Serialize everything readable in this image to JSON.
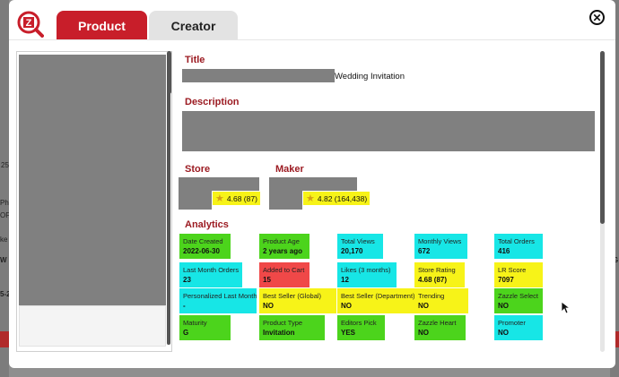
{
  "background": {
    "left_texts": [
      "25",
      "Ph",
      "OF",
      "ke",
      "W",
      "5-2"
    ],
    "right_texts": [
      "G"
    ]
  },
  "tabs": {
    "product": "Product",
    "creator": "Creator"
  },
  "close_icon": "close-icon",
  "logo_letter": "Z",
  "sections": {
    "title": "Title",
    "description": "Description",
    "store": "Store",
    "maker": "Maker",
    "analytics": "Analytics"
  },
  "product": {
    "title_suffix": "Wedding Invitation",
    "store_rating": "4.68 (87)",
    "maker_rating": "4.82 (164,438)"
  },
  "analytics": [
    {
      "label": "Date Created",
      "value": "2022-06-30",
      "color": "#4cd41c"
    },
    {
      "label": "Product Age",
      "value": "2 years ago",
      "color": "#4cd41c"
    },
    {
      "label": "Total Views",
      "value": "20,170",
      "color": "#17e6e6"
    },
    {
      "label": "Monthly Views",
      "value": "672",
      "color": "#17e6e6"
    },
    {
      "label": "Total Orders",
      "value": "416",
      "color": "#17e6e6"
    },
    {
      "label": "Last Month Orders",
      "value": "23",
      "color": "#17e6e6"
    },
    {
      "label": "Added to Cart",
      "value": "15",
      "color": "#f04848"
    },
    {
      "label": "Likes (3 months)",
      "value": "12",
      "color": "#17e6e6"
    },
    {
      "label": "Store Rating",
      "value": "4.68 (87)",
      "color": "#f7f318"
    },
    {
      "label": "LR Score",
      "value": "7097",
      "color": "#f7f318"
    },
    {
      "label": "Personalized Last Month",
      "value": "-",
      "color": "#17e6e6"
    },
    {
      "label": "Best Seller (Global)",
      "value": "NO",
      "color": "#f7f318"
    },
    {
      "label": "Best Seller (Department)",
      "value": "NO",
      "color": "#f7f318"
    },
    {
      "label": "Trending",
      "value": "NO",
      "color": "#f7f318"
    },
    {
      "label": "Zazzle Select",
      "value": "NO",
      "color": "#4cd41c"
    },
    {
      "label": "Maturity",
      "value": "G",
      "color": "#4cd41c"
    },
    {
      "label": "Product Type",
      "value": "Invitation",
      "color": "#4cd41c"
    },
    {
      "label": "Editors Pick",
      "value": "YES",
      "color": "#4cd41c"
    },
    {
      "label": "Zazzle Heart",
      "value": "NO",
      "color": "#4cd41c"
    },
    {
      "label": "Promoter",
      "value": "NO",
      "color": "#17e6e6"
    }
  ],
  "colors": {
    "accent": "#c81e2a",
    "section_title": "#9c1b22",
    "redaction": "#808080"
  }
}
